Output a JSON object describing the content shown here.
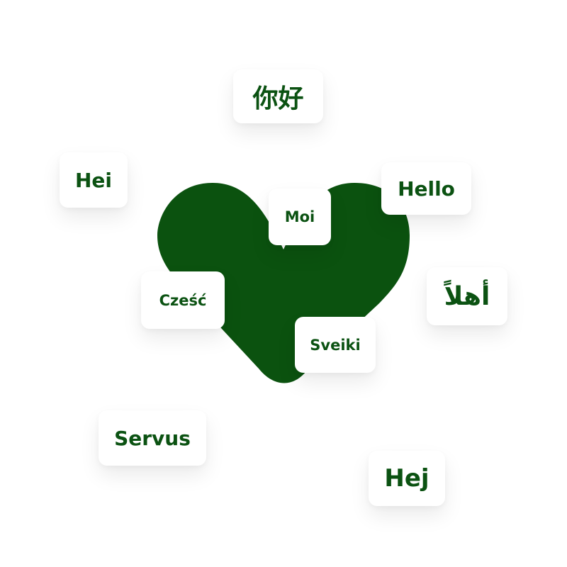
{
  "colors": {
    "heart": "#0b520f",
    "text": "#0b5212",
    "chip_background": "#ffffff",
    "page_background": "#ffffff"
  },
  "icons": {
    "heart": "heart-icon"
  },
  "greetings": {
    "nihao": "你好",
    "hei": "Hei",
    "hello": "Hello",
    "moi": "Moi",
    "czesc": "Cześć",
    "ahlan": "أهلاً",
    "sveiki": "Sveiki",
    "servus": "Servus",
    "hej": "Hej"
  }
}
